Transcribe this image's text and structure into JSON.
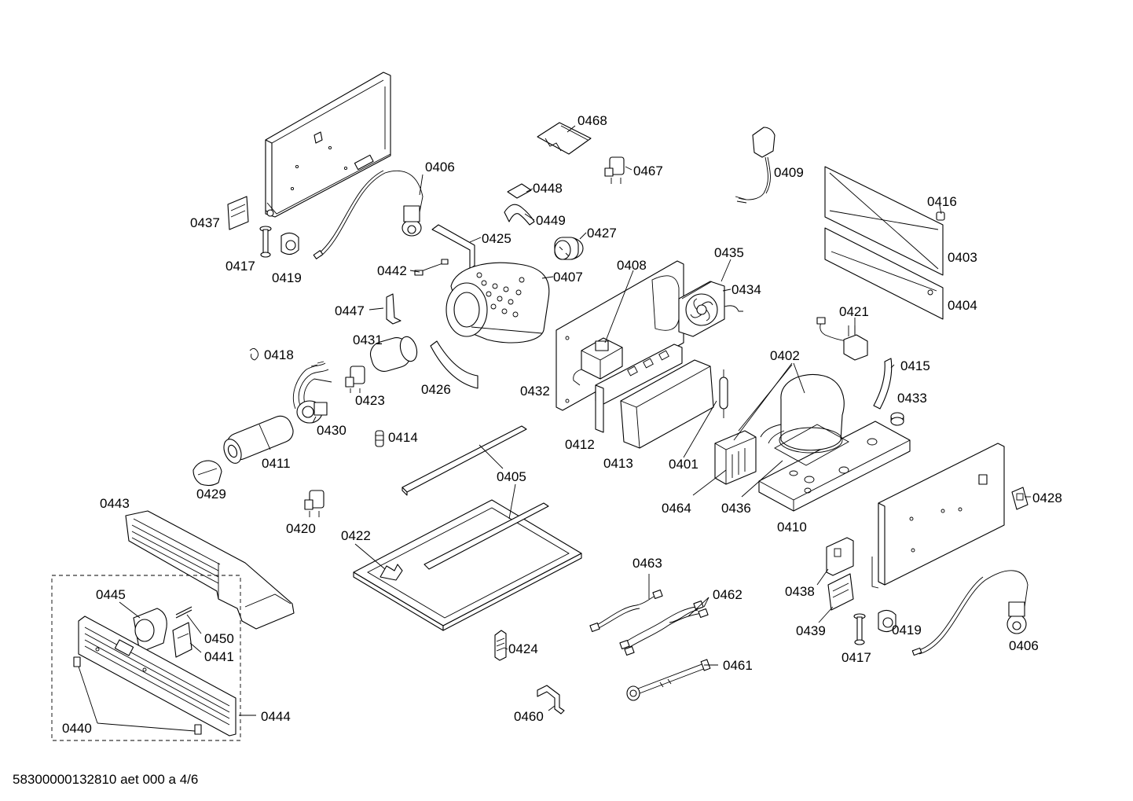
{
  "footer": "58300000132810 aet 000 a 4/6",
  "labels": {
    "p0468": "0468",
    "p0467": "0467",
    "p0406a": "0406",
    "p0448": "0448",
    "p0449": "0449",
    "p0437": "0437",
    "p0425": "0425",
    "p0427": "0427",
    "p0417a": "0417",
    "p0419a": "0419",
    "p0442": "0442",
    "p0407": "0407",
    "p0408": "0408",
    "p0435": "0435",
    "p0434": "0434",
    "p0409": "0409",
    "p0416": "0416",
    "p0403": "0403",
    "p0404": "0404",
    "p0421": "0421",
    "p0447": "0447",
    "p0431": "0431",
    "p0418": "0418",
    "p0423": "0423",
    "p0426": "0426",
    "p0432": "0432",
    "p0402": "0402",
    "p0415": "0415",
    "p0433": "0433",
    "p0430": "0430",
    "p0414": "0414",
    "p0412": "0412",
    "p0413": "0413",
    "p0401": "0401",
    "p0411": "0411",
    "p0405": "0405",
    "p0429": "0429",
    "p0464": "0464",
    "p0436": "0436",
    "p0410": "0410",
    "p0428": "0428",
    "p0443": "0443",
    "p0420": "0420",
    "p0422": "0422",
    "p0463": "0463",
    "p0438": "0438",
    "p0445": "0445",
    "p0462": "0462",
    "p0450": "0450",
    "p0439": "0439",
    "p0419b": "0419",
    "p0441": "0441",
    "p0424": "0424",
    "p0417b": "0417",
    "p0406b": "0406",
    "p0461": "0461",
    "p0444": "0444",
    "p0440": "0440",
    "p0460": "0460"
  }
}
